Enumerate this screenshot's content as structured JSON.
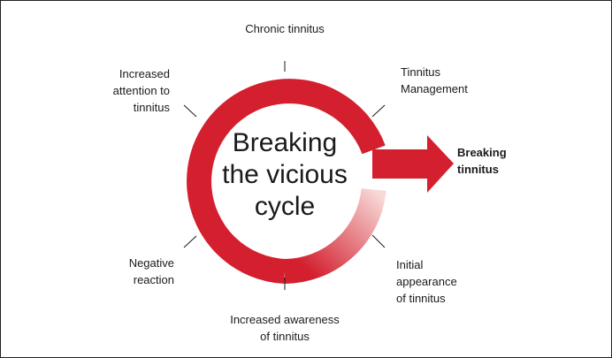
{
  "colors": {
    "ring": "#d31f2e",
    "ring_fade_start": "#f7d8d6",
    "text": "#1a1a1a",
    "border": "#222222"
  },
  "center_title": {
    "lines": [
      "Breaking",
      "the vicious",
      "cycle"
    ]
  },
  "labels": {
    "chronic": "Chronic tinnitus",
    "management": [
      "Tinnitus",
      "Management"
    ],
    "breaking": [
      "Breaking",
      "tinnitus"
    ],
    "initial": [
      "Initial",
      "appearance",
      "of tinnitus"
    ],
    "awareness": [
      "Increased awareness",
      "of tinnitus"
    ],
    "negative": [
      "Negative",
      "reaction"
    ],
    "attention": [
      "Increased",
      "attention to",
      "tinnitus"
    ]
  }
}
